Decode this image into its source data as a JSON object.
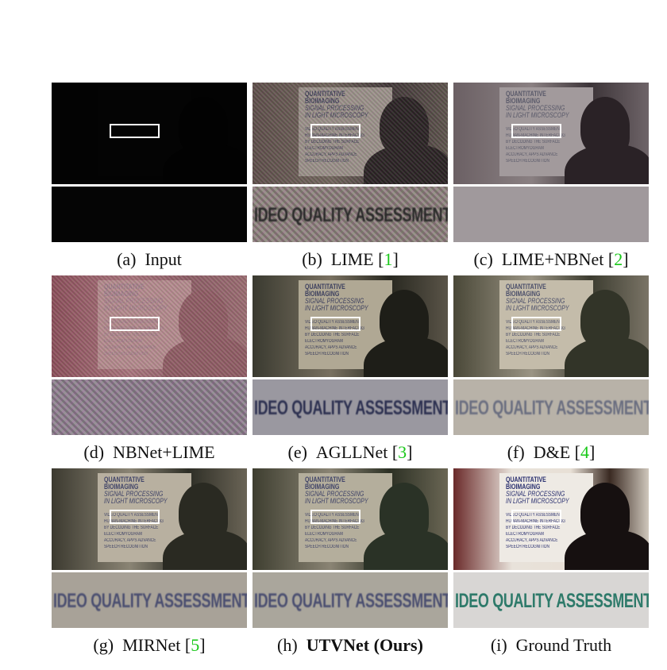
{
  "figure": {
    "panels": [
      {
        "label": "(a)",
        "name": "Input",
        "ref": "",
        "bold": false,
        "crop_text": ""
      },
      {
        "label": "(b)",
        "name": "LIME",
        "ref": "1",
        "bold": false,
        "crop_text": "IDEO QUALITY ASSESSMENT"
      },
      {
        "label": "(c)",
        "name": "LIME+NBNet",
        "ref": "2",
        "bold": false,
        "crop_text": ""
      },
      {
        "label": "(d)",
        "name": "NBNet+LIME",
        "ref": "",
        "bold": false,
        "crop_text": ""
      },
      {
        "label": "(e)",
        "name": "AGLLNet",
        "ref": "3",
        "bold": false,
        "crop_text": "IDEO QUALITY ASSESSMENT"
      },
      {
        "label": "(f)",
        "name": "D&E",
        "ref": "4",
        "bold": false,
        "crop_text": "IDEO QUALITY ASSESSMENT"
      },
      {
        "label": "(g)",
        "name": "MIRNet",
        "ref": "5",
        "bold": false,
        "crop_text": "IDEO QUALITY ASSESSMENT"
      },
      {
        "label": "(h)",
        "name": "UTVNet (Ours)",
        "ref": "",
        "bold": true,
        "crop_text": "IDEO QUALITY ASSESSMENT"
      },
      {
        "label": "(i)",
        "name": "Ground Truth",
        "ref": "",
        "bold": false,
        "crop_text": "IDEO QUALITY ASSESSMENT"
      }
    ],
    "poster_lines": [
      "QUANTITATIVE",
      "BIOIMAGING",
      "SIGNAL PROCESSING",
      "IN LIGHT MICROSCOPY"
    ],
    "poster_lines_small": [
      "VIDEO QUALITY ASSESSMENT",
      "HUMAN-MACHINE INTERFACING",
      "BY DECODING THE SURFACE",
      "ELECTROMYOGRAM",
      "ACCURACY, APPS ADVANCE",
      "SPEECH RECOGNITION"
    ],
    "colors": {
      "roi_box": "#ffffff",
      "reference": "#19c819"
    }
  }
}
